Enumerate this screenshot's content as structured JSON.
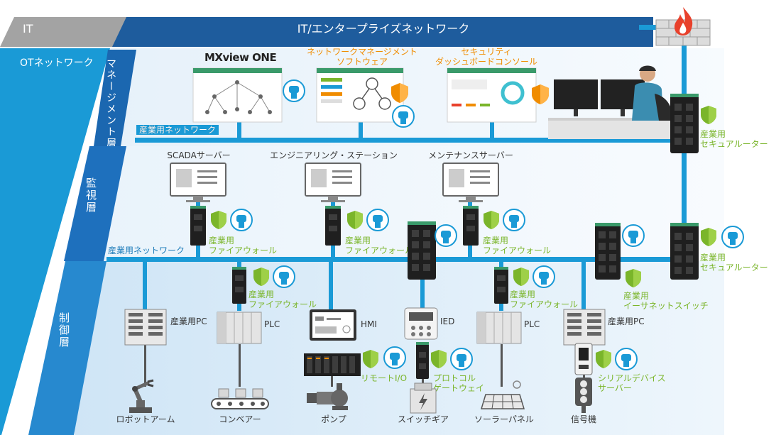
{
  "banner": {
    "it_label": "IT",
    "enterprise_label": "IT/エンタープライズネットワーク",
    "ot_label": "OTネットワーク"
  },
  "layers": {
    "management": "マネージメント層",
    "supervisory": "監視層",
    "control": "制御層"
  },
  "software": {
    "mxview_logo": "MXview ONE",
    "network_mgmt": "ネットワークマネージメント\nソフトウェア",
    "security_dashboard": "セキュリティ\nダッシュボードコンソール"
  },
  "networks": {
    "mgmt_network": "産業用ネットワーク",
    "sup_network": "産業用ネットワーク"
  },
  "servers": {
    "scada": "SCADAサーバー",
    "engineering": "エンジニアリング・ステーション",
    "maintenance": "メンテナンスサーバー"
  },
  "security_devices": {
    "firewall_1": "産業用\nファイアウォール",
    "firewall_2": "産業用\nファイアウォール",
    "firewall_3": "産業用\nファイアウォール",
    "firewall_4": "産業用\nファイアウォール",
    "firewall_5": "産業用\nファイアウォール",
    "router_top": "産業用\nセキュアルーター",
    "router_mid": "産業用\nセキュアルーター",
    "ethernet_switch": "産業用\nイーサネットスイッチ",
    "remote_io": "リモートI/O",
    "protocol_gateway": "プロトコル\nゲートウェイ",
    "serial_server": "シリアルデバイス\nサーバー"
  },
  "control_devices": {
    "ipc_1": "産業用PC",
    "plc_1": "PLC",
    "hmi": "HMI",
    "ied": "IED",
    "plc_2": "PLC",
    "ipc_2": "産業用PC"
  },
  "field_devices": {
    "robot_arm": "ロボットアーム",
    "conveyor": "コンベアー",
    "pump": "ポンプ",
    "switchgear": "スイッチギア",
    "solar_panel": "ソーラーパネル",
    "signal": "信号機"
  },
  "colors": {
    "network_blue": "#1a9ad6",
    "it_gray": "#a3a3a3",
    "enterprise_navy": "#1e5c9d",
    "management_band": "#1b67b0",
    "supervisory_band": "#1e70bd",
    "control_band": "#2789cf",
    "security_green": "#7ab52a",
    "software_orange": "#f08c00",
    "firewall_red": "#e8412c"
  }
}
